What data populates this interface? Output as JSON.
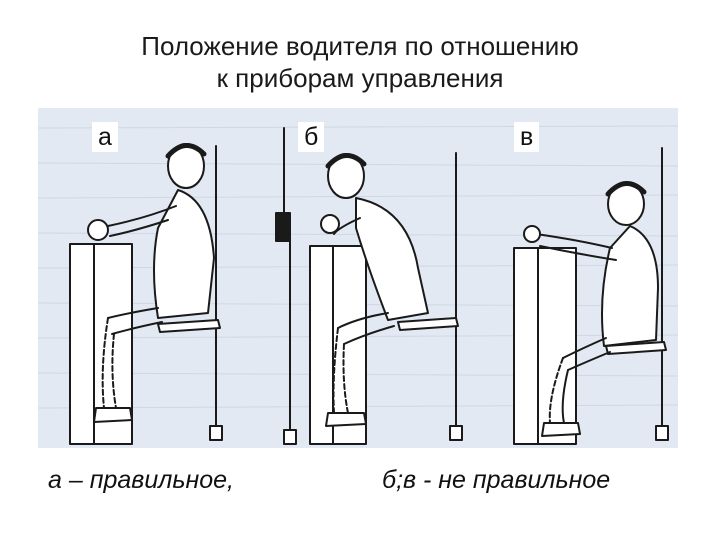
{
  "title": {
    "line1": "Положение водителя по отношению",
    "line2": "к приборам управления"
  },
  "panels": [
    {
      "label": "а"
    },
    {
      "label": "б"
    },
    {
      "label": "в"
    }
  ],
  "captions": {
    "left": "а – правильное,",
    "right": "б;в - не правильное"
  },
  "colors": {
    "background_tint": "#dfe6f0",
    "ink": "#1a1a1a"
  }
}
